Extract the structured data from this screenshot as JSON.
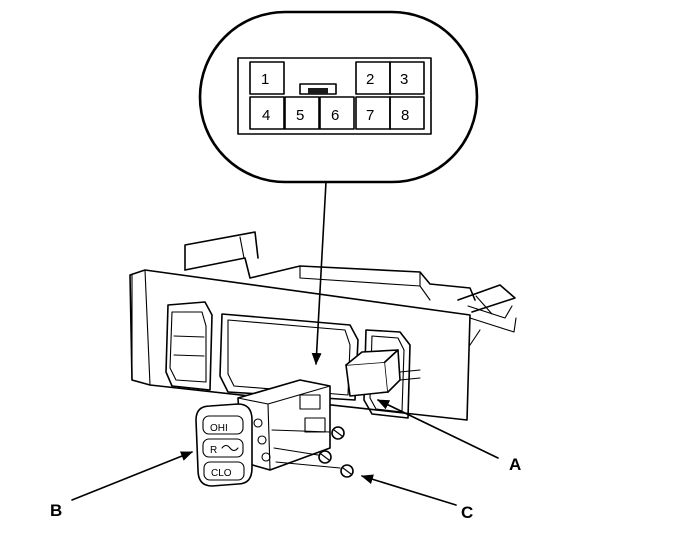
{
  "connector": {
    "pins": [
      "1",
      "2",
      "3",
      "4",
      "5",
      "6",
      "7",
      "8"
    ]
  },
  "callouts": {
    "a": "A",
    "b": "B",
    "c": "C"
  },
  "switch_face": {
    "top": "OHI",
    "middle": "R",
    "bottom": "CLO"
  },
  "colors": {
    "ink": "#000000",
    "paper": "#ffffff"
  }
}
